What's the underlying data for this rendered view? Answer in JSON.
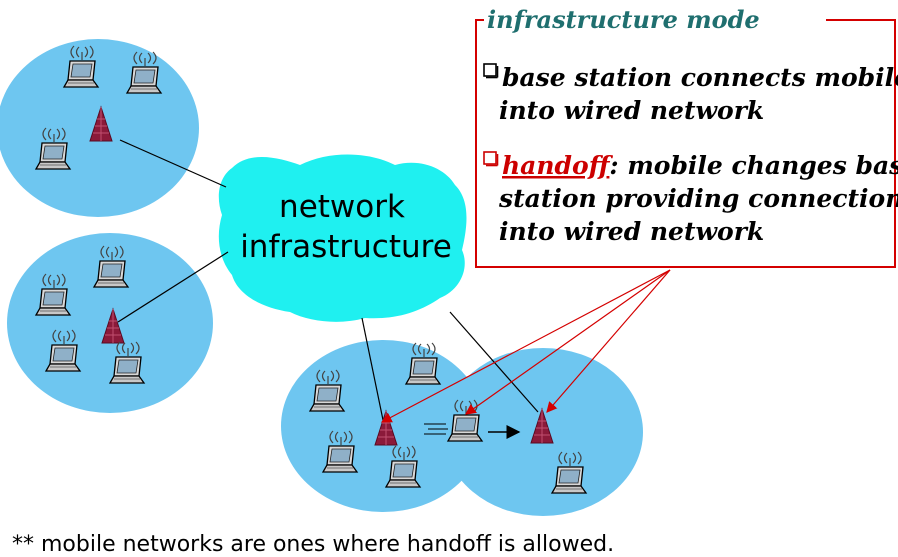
{
  "cloud": {
    "line1": "network",
    "line2": "infrastructure"
  },
  "callout": {
    "title": "infrastructure mode",
    "bullet1": {
      "line1": "base station connects mobiles",
      "line2": "into wired network"
    },
    "bullet2": {
      "keyword": "handoff",
      "line1_rest": ": mobile changes base",
      "line2": "station providing connection",
      "line3": "into wired network"
    }
  },
  "footnote": "** mobile networks are ones where handoff is allowed.",
  "colors": {
    "cell": "#6ec6f0",
    "cloud": "#1ff0f0",
    "tower": "#8b1a3a",
    "callout_border": "#d40000",
    "title": "#1f6f6f",
    "handoff": "#cc0000"
  },
  "icons": {
    "laptop": "laptop-icon",
    "wireless": "wireless-signal-icon",
    "tower": "base-station-tower-icon",
    "bullet": "checkbox-bullet-icon"
  }
}
